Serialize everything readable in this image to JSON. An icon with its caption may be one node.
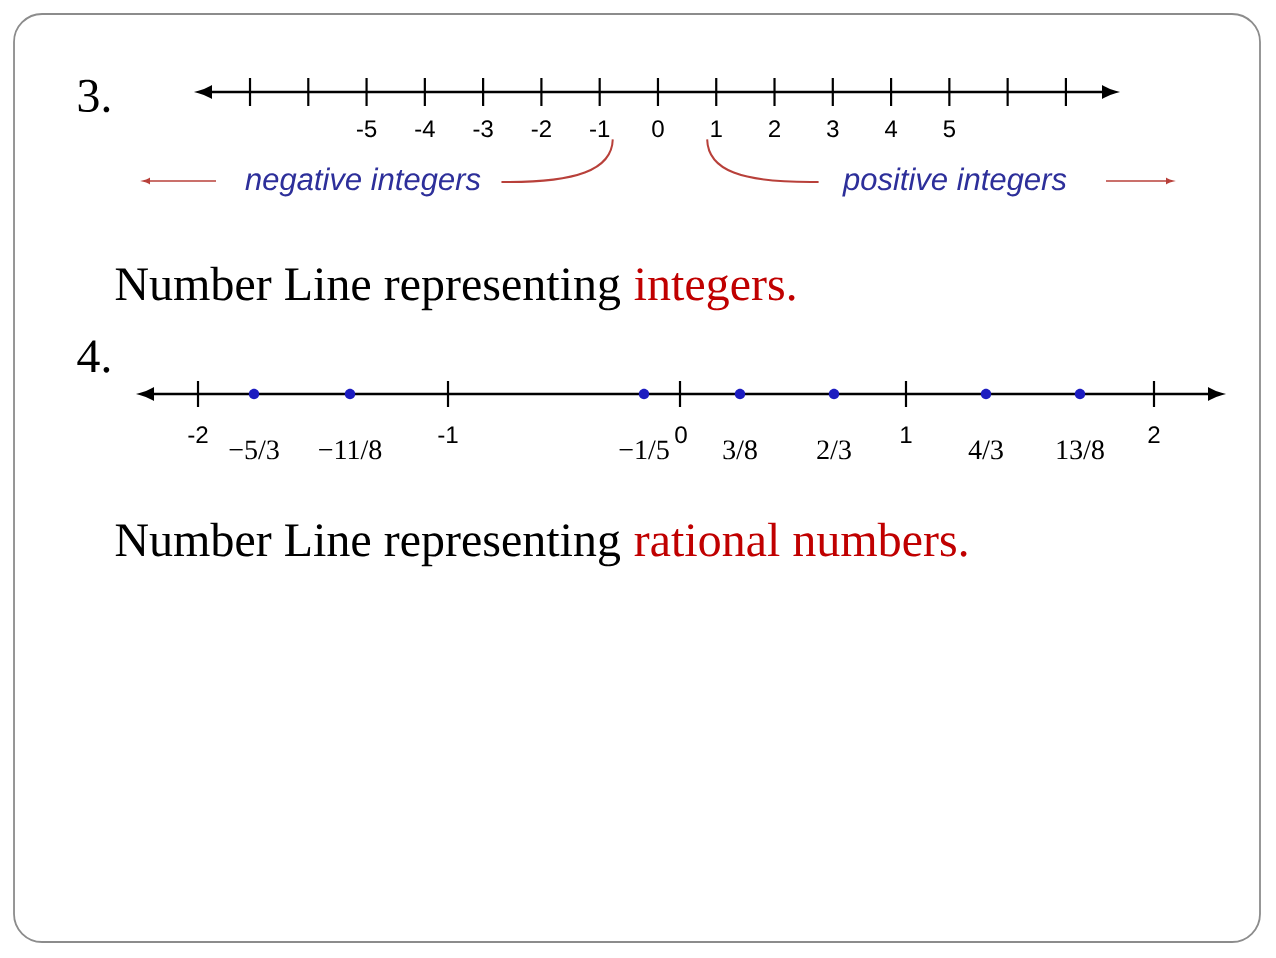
{
  "diagram": {
    "nodes": [
      {
        "text": [
          "-1"
        ]
      },
      {
        "text": [
          "1"
        ]
      },
      {
        "text": [
          "negative integers"
        ]
      },
      {
        "text": [
          "positive integers"
        ]
      }
    ],
    "edges": [
      {
        "from": 2,
        "to": 0,
        "arrow": "none"
      },
      {
        "from": 3,
        "to": 1,
        "arrow": "none"
      }
    ],
    "labels": [
      "3.",
      "-5",
      "-4",
      "-3",
      "-2",
      "0",
      "2",
      "3",
      "4",
      "5",
      "Number Line representing",
      "integers.",
      "4.",
      "-2",
      "−5/3",
      "−11/8",
      "-1",
      "−1/5",
      "0",
      "3/8",
      "2/3",
      "1",
      "4/3",
      "13/8",
      "2",
      "Number Line representing",
      "rational numbers."
    ]
  }
}
